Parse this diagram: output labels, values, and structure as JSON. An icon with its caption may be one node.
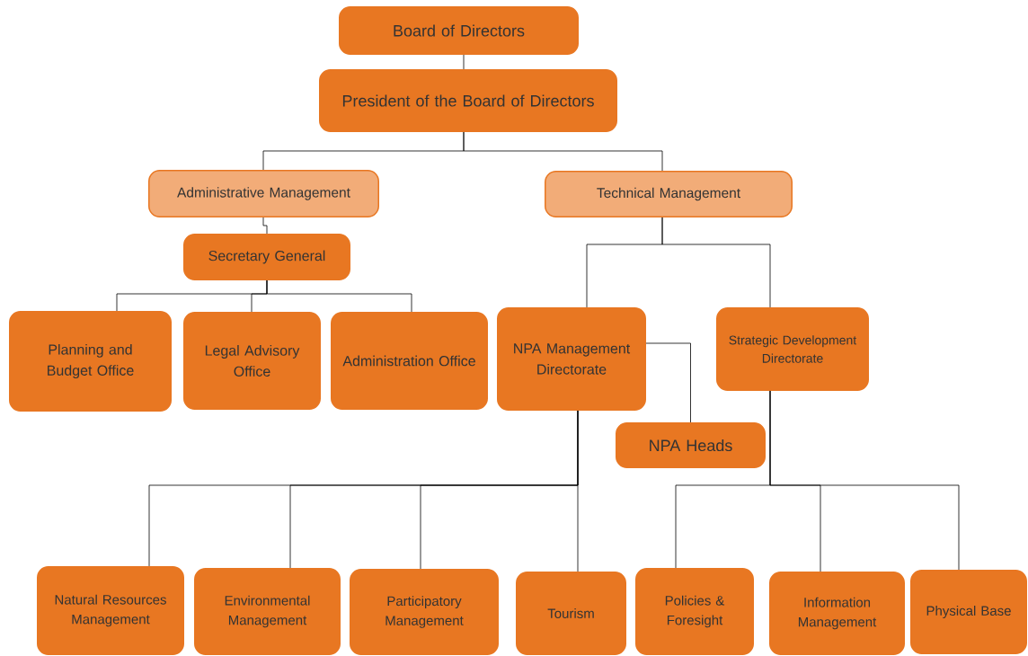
{
  "diagram": {
    "nodes": [
      {
        "text": [
          "Board of Directors"
        ]
      },
      {
        "text": [
          "President of the Board of Directors"
        ]
      },
      {
        "text": [
          "Administrative Management"
        ]
      },
      {
        "text": [
          "Technical Management"
        ]
      },
      {
        "text": [
          "Secretary General"
        ]
      },
      {
        "text": [
          "Planning and Budget Office"
        ]
      },
      {
        "text": [
          "Legal Advisory Office"
        ]
      },
      {
        "text": [
          "Administration Office"
        ]
      },
      {
        "text": [
          "NPA Management Directorate"
        ]
      },
      {
        "text": [
          "Strategic Development Directorate"
        ]
      },
      {
        "text": [
          "NPA Heads"
        ]
      },
      {
        "text": [
          "Natural Resources Management"
        ]
      },
      {
        "text": [
          "Environmental Management"
        ]
      },
      {
        "text": [
          "Participatory Management"
        ]
      },
      {
        "text": [
          "Tourism"
        ]
      },
      {
        "text": [
          "Policies & Foresight"
        ]
      },
      {
        "text": [
          "Information Management"
        ]
      },
      {
        "text": [
          "Physical Base"
        ]
      }
    ],
    "edges": [
      {
        "from": 0,
        "to": 1,
        "arrow": "none"
      },
      {
        "from": 1,
        "to": 2,
        "arrow": "none"
      },
      {
        "from": 1,
        "to": 3,
        "arrow": "none"
      },
      {
        "from": 2,
        "to": 4,
        "arrow": "none"
      },
      {
        "from": 4,
        "to": 5,
        "arrow": "none"
      },
      {
        "from": 4,
        "to": 6,
        "arrow": "none"
      },
      {
        "from": 4,
        "to": 7,
        "arrow": "none"
      },
      {
        "from": 3,
        "to": 8,
        "arrow": "none"
      },
      {
        "from": 3,
        "to": 9,
        "arrow": "none"
      },
      {
        "from": 8,
        "to": 10,
        "arrow": "none"
      },
      {
        "from": 8,
        "to": 11,
        "arrow": "none"
      },
      {
        "from": 8,
        "to": 12,
        "arrow": "none"
      },
      {
        "from": 8,
        "to": 13,
        "arrow": "none"
      },
      {
        "from": 8,
        "to": 14,
        "arrow": "none"
      },
      {
        "from": 9,
        "to": 15,
        "arrow": "none"
      },
      {
        "from": 9,
        "to": 16,
        "arrow": "none"
      },
      {
        "from": 9,
        "to": 17,
        "arrow": "none"
      }
    ]
  }
}
